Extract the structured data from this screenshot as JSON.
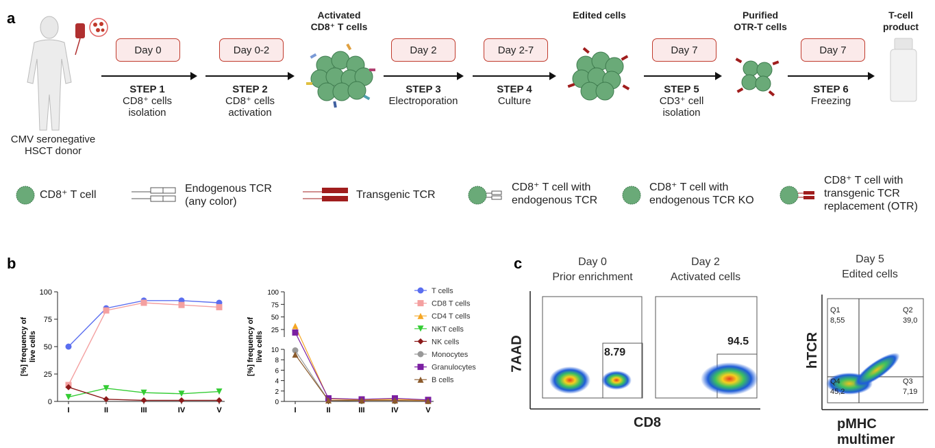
{
  "panel_a": {
    "label": "a",
    "donor_label_line1": "CMV seronegative",
    "donor_label_line2": "HSCT donor",
    "days": [
      "Day 0",
      "Day 0-2",
      "Day 2",
      "Day 2-7",
      "Day 7",
      "Day 7"
    ],
    "steps": [
      {
        "title": "STEP 1",
        "line1": "CD8⁺ cells",
        "line2": "isolation"
      },
      {
        "title": "STEP 2",
        "line1": "CD8⁺ cells",
        "line2": "activation"
      },
      {
        "title": "STEP 3",
        "line1": "Electroporation",
        "line2": ""
      },
      {
        "title": "STEP 4",
        "line1": "Culture",
        "line2": ""
      },
      {
        "title": "STEP 5",
        "line1": "CD3⁺ cell",
        "line2": "isolation"
      },
      {
        "title": "STEP 6",
        "line1": "Freezing",
        "line2": ""
      }
    ],
    "stage_titles": {
      "activated_line1": "Activated",
      "activated_line2": "CD8⁺ T cells",
      "edited": "Edited cells",
      "purified_line1": "Purified",
      "purified_line2": "OTR-T cells",
      "product_line1": "T-cell",
      "product_line2": "product"
    },
    "legend": {
      "cd8": "CD8⁺ T cell",
      "endo_line1": "Endogenous TCR",
      "endo_line2": "(any color)",
      "transgenic": "Transgenic TCR",
      "with_endo_line1": "CD8⁺ T cell with",
      "with_endo_line2": "endogenous TCR",
      "ko_line1": "CD8⁺ T cell with",
      "ko_line2": "endogenous TCR KO",
      "otr_line1": "CD8⁺ T cell with",
      "otr_line2": "transgenic TCR",
      "otr_line3": "replacement (OTR)"
    },
    "colors": {
      "day_border": "#c0392b",
      "day_fill": "#fbeaea",
      "cell": "#5a9a6a",
      "tcr_red": "#a01d1d"
    }
  },
  "panel_b": {
    "label": "b",
    "ylabel_line1": "[%] frequency of",
    "ylabel_line2": "live cells",
    "chart_data": [
      {
        "type": "line",
        "categories": [
          "I",
          "II",
          "III",
          "IV",
          "V"
        ],
        "ylim": [
          0,
          100
        ],
        "yticks": [
          0,
          25,
          50,
          75,
          100
        ],
        "series": [
          {
            "name": "T cells",
            "color": "#5a6ef0",
            "marker": "circle",
            "values": [
              50,
              85,
              92,
              92,
              90
            ]
          },
          {
            "name": "CD8 T cells",
            "color": "#f4a0a0",
            "marker": "square",
            "values": [
              15,
              83,
              90,
              88,
              86
            ]
          },
          {
            "name": "NKT cells",
            "color": "#33cc33",
            "marker": "triangle-down",
            "values": [
              4,
              12,
              8,
              7,
              9
            ]
          },
          {
            "name": "NK cells",
            "color": "#8b1a1a",
            "marker": "diamond",
            "values": [
              13,
              2,
              1,
              1,
              1
            ]
          }
        ]
      },
      {
        "type": "line",
        "categories": [
          "I",
          "II",
          "III",
          "IV",
          "V"
        ],
        "ylim": [
          0,
          100
        ],
        "yticks_low": [
          0,
          2,
          4,
          6,
          8,
          10
        ],
        "yticks_high": [
          25,
          50,
          75,
          100
        ],
        "series": [
          {
            "name": "T cells",
            "color": "#5a6ef0",
            "marker": "circle",
            "values": [
              null,
              null,
              null,
              null,
              null
            ]
          },
          {
            "name": "CD8 T cells",
            "color": "#f4a0a0",
            "marker": "square",
            "values": [
              null,
              null,
              null,
              null,
              null
            ]
          },
          {
            "name": "CD4 T cells",
            "color": "#f5a623",
            "marker": "triangle",
            "values": [
              32,
              0.5,
              0.3,
              0.4,
              0.2
            ]
          },
          {
            "name": "NKT cells",
            "color": "#33cc33",
            "marker": "triangle-down",
            "values": [
              null,
              null,
              null,
              null,
              null
            ]
          },
          {
            "name": "NK cells",
            "color": "#8b1a1a",
            "marker": "diamond",
            "values": [
              null,
              null,
              null,
              null,
              null
            ]
          },
          {
            "name": "Monocytes",
            "color": "#999999",
            "marker": "circle",
            "values": [
              9.8,
              0.2,
              0.1,
              0.1,
              0.1
            ]
          },
          {
            "name": "Granulocytes",
            "color": "#7b1fa2",
            "marker": "square",
            "values": [
              19,
              0.6,
              0.4,
              0.6,
              0.3
            ]
          },
          {
            "name": "B cells",
            "color": "#8b5a2b",
            "marker": "triangle",
            "values": [
              9,
              0.2,
              0.2,
              0.2,
              0.1
            ]
          }
        ]
      }
    ]
  },
  "panel_c": {
    "label": "c",
    "plots": [
      {
        "title_line1": "Day 0",
        "title_line2": "Prior enrichment",
        "gate_value": "8.79"
      },
      {
        "title_line1": "Day 2",
        "title_line2": "Activated cells",
        "gate_value": "94.5"
      },
      {
        "title_line1": "Day 5",
        "title_line2": "Edited cells",
        "q1": "Q1",
        "q1_val": "8,55",
        "q2": "Q2",
        "q2_val": "39,0",
        "q3": "Q3",
        "q3_val": "7,19",
        "q4": "Q4",
        "q4_val": "45,2"
      }
    ],
    "ylabel_left": "7AAD",
    "xlabel_left": "CD8",
    "ylabel_right": "hTCR",
    "xlabel_right": "pMHC multimer"
  }
}
